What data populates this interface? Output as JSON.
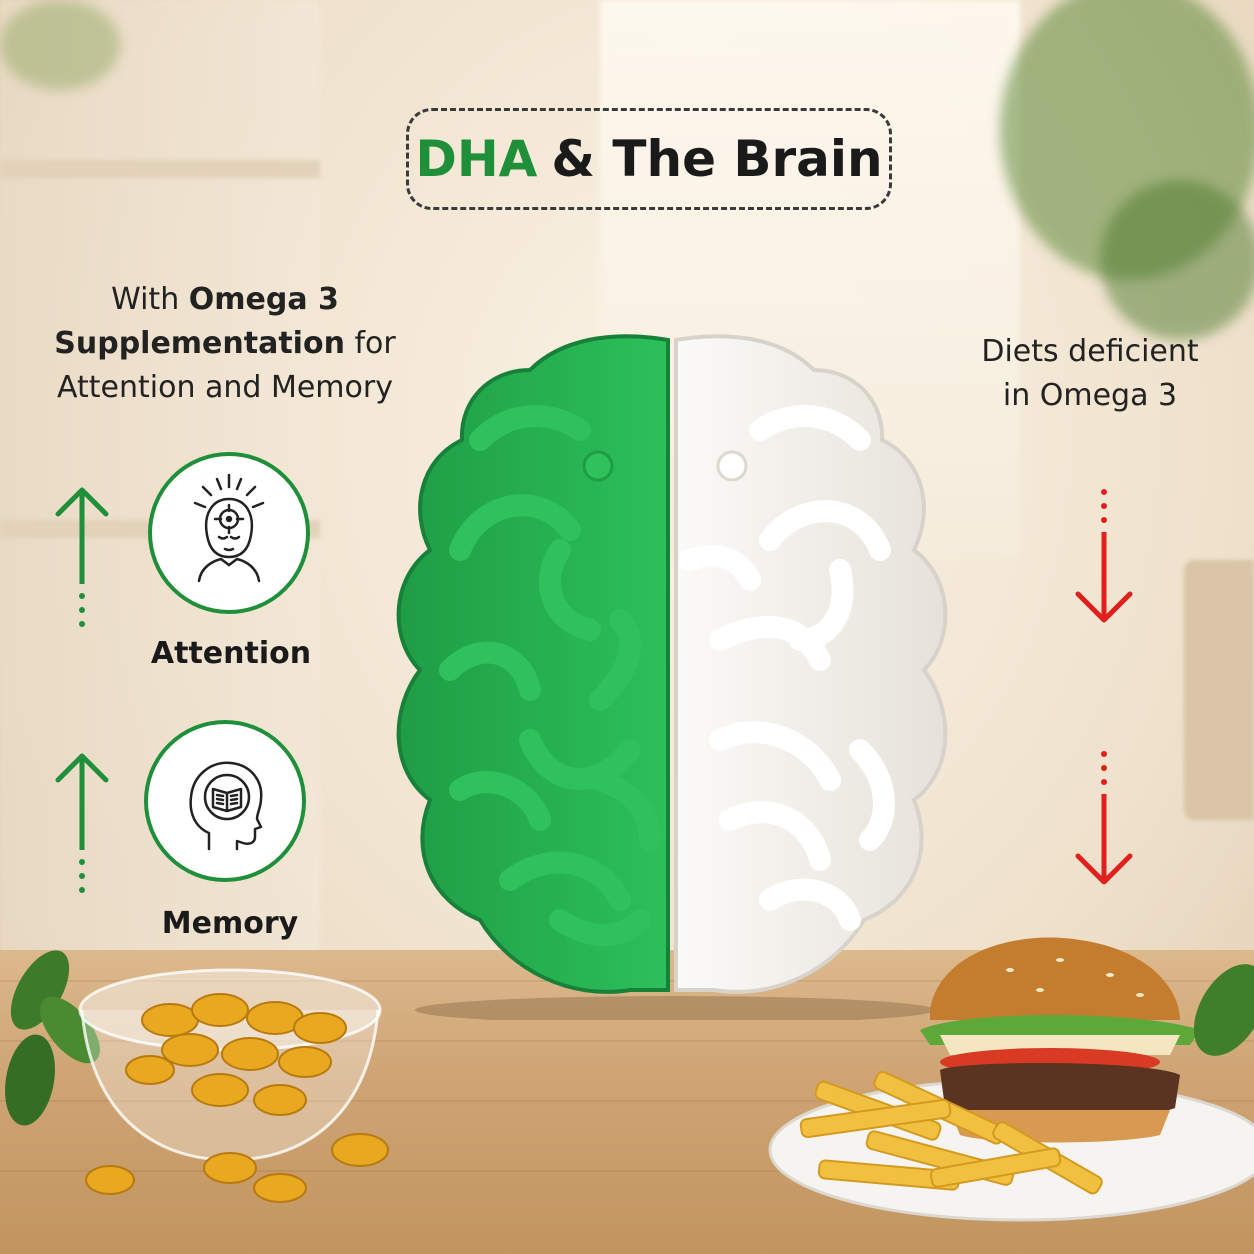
{
  "title": {
    "part1": "DHA",
    "part2": "& The Brain"
  },
  "left_caption": {
    "pre": "With ",
    "bold1": "Omega 3",
    "bold2": "Supplementation",
    "mid": " for",
    "line3": "Attention and Memory"
  },
  "right_caption": {
    "line1": "Diets deficient",
    "line2": "in Omega 3"
  },
  "items": [
    {
      "label": "Attention",
      "icon": "attention-head-icon"
    },
    {
      "label": "Memory",
      "icon": "memory-head-book-icon"
    }
  ],
  "colors": {
    "green": "#1f8f3a",
    "red": "#e0201c",
    "brain_green": "#27b24f",
    "brain_white": "#f4f2ee"
  }
}
